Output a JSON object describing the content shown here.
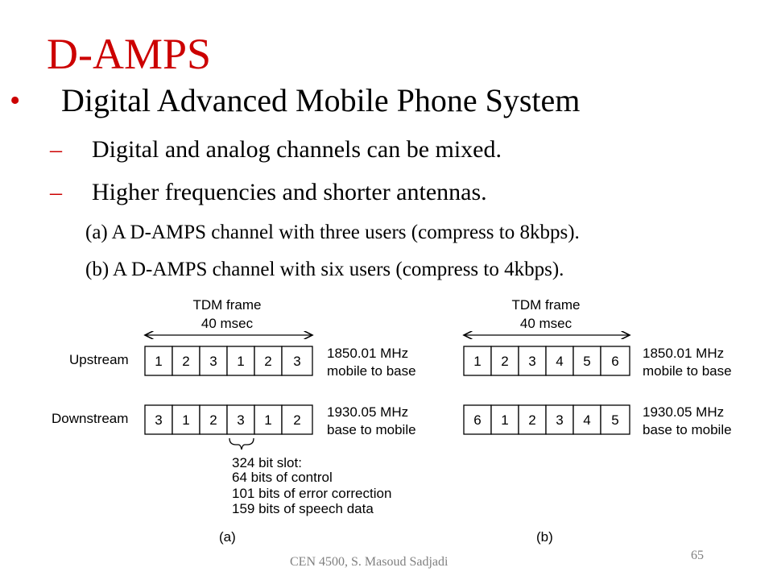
{
  "slide": {
    "title": "D-AMPS",
    "bullet": {
      "mark": "•",
      "text": "Digital Advanced Mobile Phone System"
    },
    "dashes": [
      {
        "mark": "–",
        "text": "Digital and analog channels can be mixed."
      },
      {
        "mark": "–",
        "text": "Higher frequencies and shorter antennas."
      }
    ],
    "subs": [
      "(a) A D-AMPS channel with three users (compress to 8kbps).",
      "(b) A D-AMPS channel with six users (compress to 4kbps)."
    ],
    "footer": "CEN 4500, S. Masoud Sadjadi",
    "page_number": "65"
  },
  "diagram": {
    "row_labels": {
      "upstream": "Upstream",
      "downstream": "Downstream"
    },
    "a": {
      "caption": "(a)",
      "frame_label_1": "TDM frame",
      "frame_label_2": "40 msec",
      "upstream_slots": [
        "1",
        "2",
        "3",
        "1",
        "2",
        "3"
      ],
      "downstream_slots": [
        "3",
        "1",
        "2",
        "3",
        "1",
        "2"
      ],
      "upstream_freq_1": "1850.01 MHz",
      "upstream_freq_2": "mobile to base",
      "downstream_freq_1": "1930.05 MHz",
      "downstream_freq_2": "base to mobile",
      "slot_note": [
        "324 bit slot:",
        "64 bits of control",
        "101 bits of error correction",
        "159 bits of speech data"
      ]
    },
    "b": {
      "caption": "(b)",
      "frame_label_1": "TDM frame",
      "frame_label_2": "40 msec",
      "upstream_slots": [
        "1",
        "2",
        "3",
        "4",
        "5",
        "6"
      ],
      "downstream_slots": [
        "6",
        "1",
        "2",
        "3",
        "4",
        "5"
      ],
      "upstream_freq_1": "1850.01 MHz",
      "upstream_freq_2": "mobile to base",
      "downstream_freq_1": "1930.05 MHz",
      "downstream_freq_2": "base to mobile"
    }
  }
}
